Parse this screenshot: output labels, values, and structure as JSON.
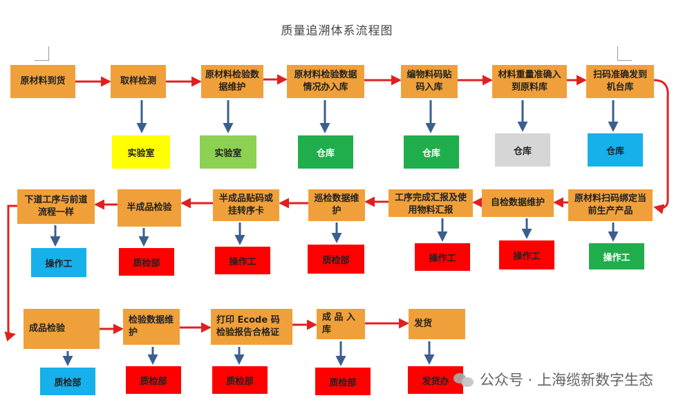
{
  "title": "质量追溯体系流程图",
  "colors": {
    "orange": "#f0a03a",
    "arrow_red": "#e02020",
    "arrow_blue": "#3a5f8f",
    "yellow": "#ffff00",
    "light_green": "#8cd152",
    "green": "#1fae4b",
    "gray": "#d6d6d6",
    "cyan": "#16b0ea",
    "red": "#ff0000"
  },
  "row1": {
    "steps": [
      "原材料到货",
      "取样检测",
      "原材料检验数据维护",
      "原材料检验数据情况办入库",
      "编物料码贴码入库",
      "材料重量准确入到原料库",
      "扫码准确发到机台库"
    ],
    "roles": [
      {
        "label": "实验室",
        "color": "yellow"
      },
      {
        "label": "实验室",
        "color": "light_green"
      },
      {
        "label": "仓库",
        "color": "green"
      },
      {
        "label": "仓库",
        "color": "green"
      },
      {
        "label": "仓库",
        "color": "gray"
      },
      {
        "label": "仓库",
        "color": "cyan"
      }
    ]
  },
  "row2": {
    "steps": [
      "原材料扫码绑定当前生产产品",
      "自检数据维护",
      "工序完成汇报及使用物料汇报",
      "巡检数据维护",
      "半成品贴码或挂转序卡",
      "半成品检验",
      "下道工序与前道流程一样"
    ],
    "roles": [
      {
        "label": "操作工",
        "color": "green"
      },
      {
        "label": "操作工",
        "color": "red"
      },
      {
        "label": "操作工",
        "color": "red"
      },
      {
        "label": "质检部",
        "color": "red"
      },
      {
        "label": "操作工",
        "color": "red"
      },
      {
        "label": "质检部",
        "color": "red"
      },
      {
        "label": "操作工",
        "color": "cyan"
      }
    ]
  },
  "row3": {
    "steps": [
      "成品检验",
      "检验数据维护",
      "打印 Ecode 码检验报告合格证",
      "成 品 入库",
      "发货"
    ],
    "roles": [
      {
        "label": "质检部",
        "color": "cyan"
      },
      {
        "label": "质检部",
        "color": "red"
      },
      {
        "label": "质检部",
        "color": "red"
      },
      {
        "label": "质检部",
        "color": "red"
      },
      {
        "label": "发货办",
        "color": "red"
      }
    ]
  },
  "watermark": {
    "text": "公众号 · 上海缆新数字生态"
  }
}
